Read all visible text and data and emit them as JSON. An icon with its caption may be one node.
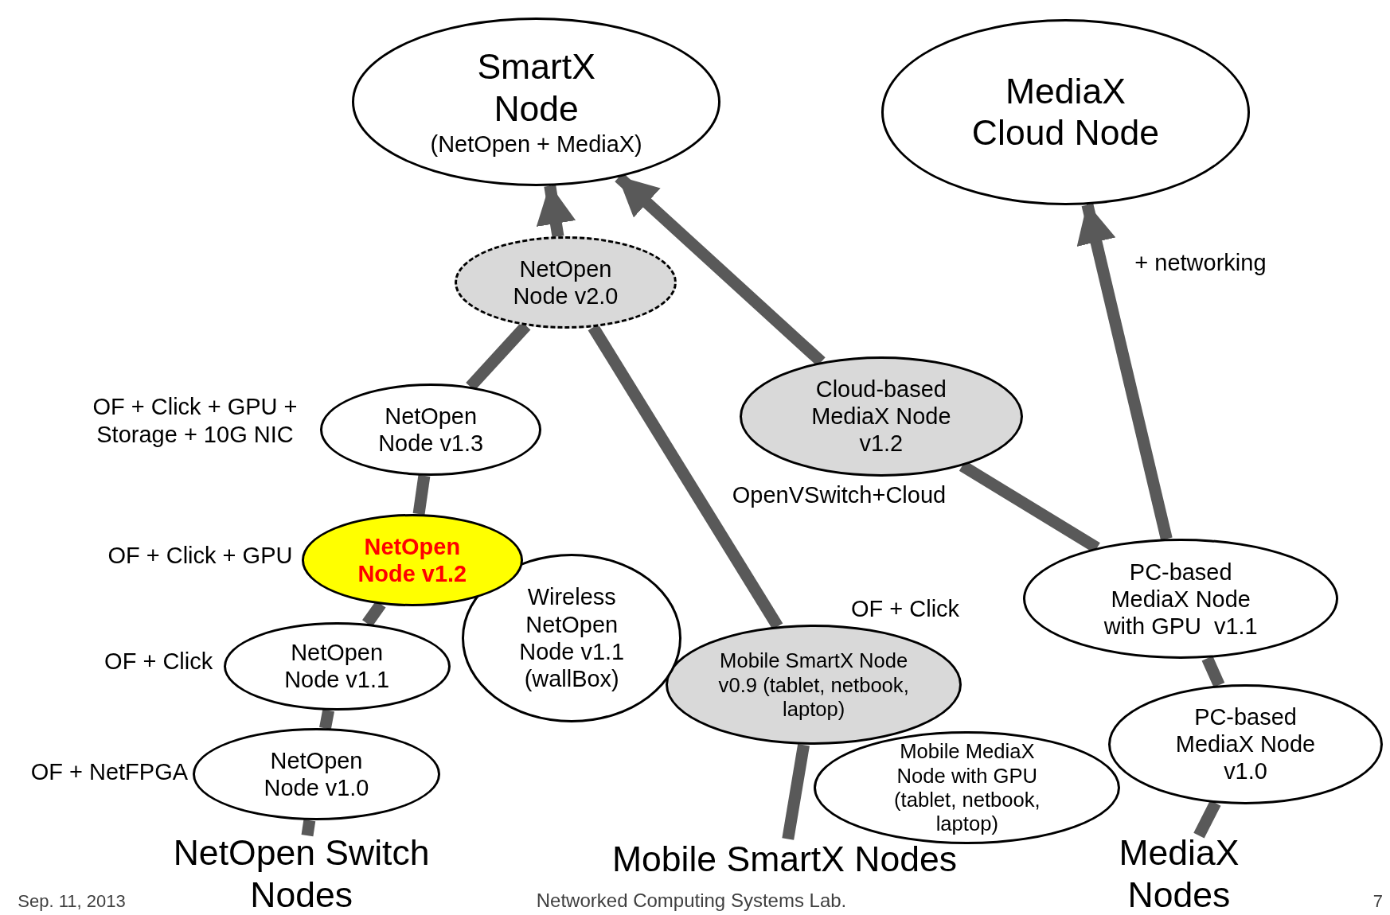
{
  "diagram": {
    "nodes": [
      {
        "text": [
          "SmartX Node",
          "(NetOpen + MediaX)"
        ]
      },
      {
        "text": [
          "MediaX Cloud Node"
        ]
      },
      {
        "text": [
          "NetOpen Node v2.0"
        ]
      },
      {
        "text": [
          "NetOpen Node v1.3"
        ],
        "beside": [
          "OF + Click + GPU + Storage + 10G NIC"
        ]
      },
      {
        "text": [
          "Cloud-based MediaX Node v1.2"
        ],
        "beside": [
          "OpenVSwitch+Cloud"
        ]
      },
      {
        "text": [
          "NetOpen Node v1.2"
        ],
        "beside": [
          "OF + Click + GPU"
        ]
      },
      {
        "text": [
          "Wireless NetOpen Node v1.1 (wallBox)"
        ]
      },
      {
        "text": [
          "PC-based MediaX Node with GPU  v1.1"
        ]
      },
      {
        "text": [
          "NetOpen Node v1.1"
        ],
        "beside": [
          "OF + Click"
        ]
      },
      {
        "text": [
          "Mobile SmartX Node v0.9 (tablet, netbook, laptop)"
        ],
        "beside": [
          "OF + Click"
        ]
      },
      {
        "text": [
          "PC-based MediaX Node v1.0"
        ]
      },
      {
        "text": [
          "NetOpen Node v1.0"
        ],
        "beside": [
          "OF + NetFPGA"
        ]
      },
      {
        "text": [
          "Mobile MediaX Node with GPU (tablet, netbook, laptop)"
        ]
      },
      {
        "text": [
          "NetOpen Switch Nodes"
        ]
      },
      {
        "text": [
          "Mobile SmartX Nodes"
        ]
      },
      {
        "text": [
          "MediaX Nodes"
        ]
      }
    ],
    "edges": [
      {
        "from": 13,
        "to": 11,
        "arrow": "none"
      },
      {
        "from": 11,
        "to": 8,
        "arrow": "none"
      },
      {
        "from": 8,
        "to": 5,
        "arrow": "none"
      },
      {
        "from": 5,
        "to": 3,
        "arrow": "none"
      },
      {
        "from": 3,
        "to": 2,
        "arrow": "none"
      },
      {
        "from": 2,
        "to": 0,
        "arrow": "to"
      },
      {
        "from": 14,
        "to": 9,
        "arrow": "none"
      },
      {
        "from": 9,
        "to": 2,
        "arrow": "none"
      },
      {
        "from": 15,
        "to": 10,
        "arrow": "none"
      },
      {
        "from": 10,
        "to": 7,
        "arrow": "none"
      },
      {
        "from": 7,
        "to": 1,
        "arrow": "to"
      },
      {
        "from": 7,
        "to": 4,
        "arrow": "none"
      },
      {
        "from": 4,
        "to": 0,
        "arrow": "to"
      }
    ],
    "labels": [
      "+ networking",
      "Sep. 11, 2013",
      "Networked Computing Systems Lab.",
      "7"
    ]
  }
}
